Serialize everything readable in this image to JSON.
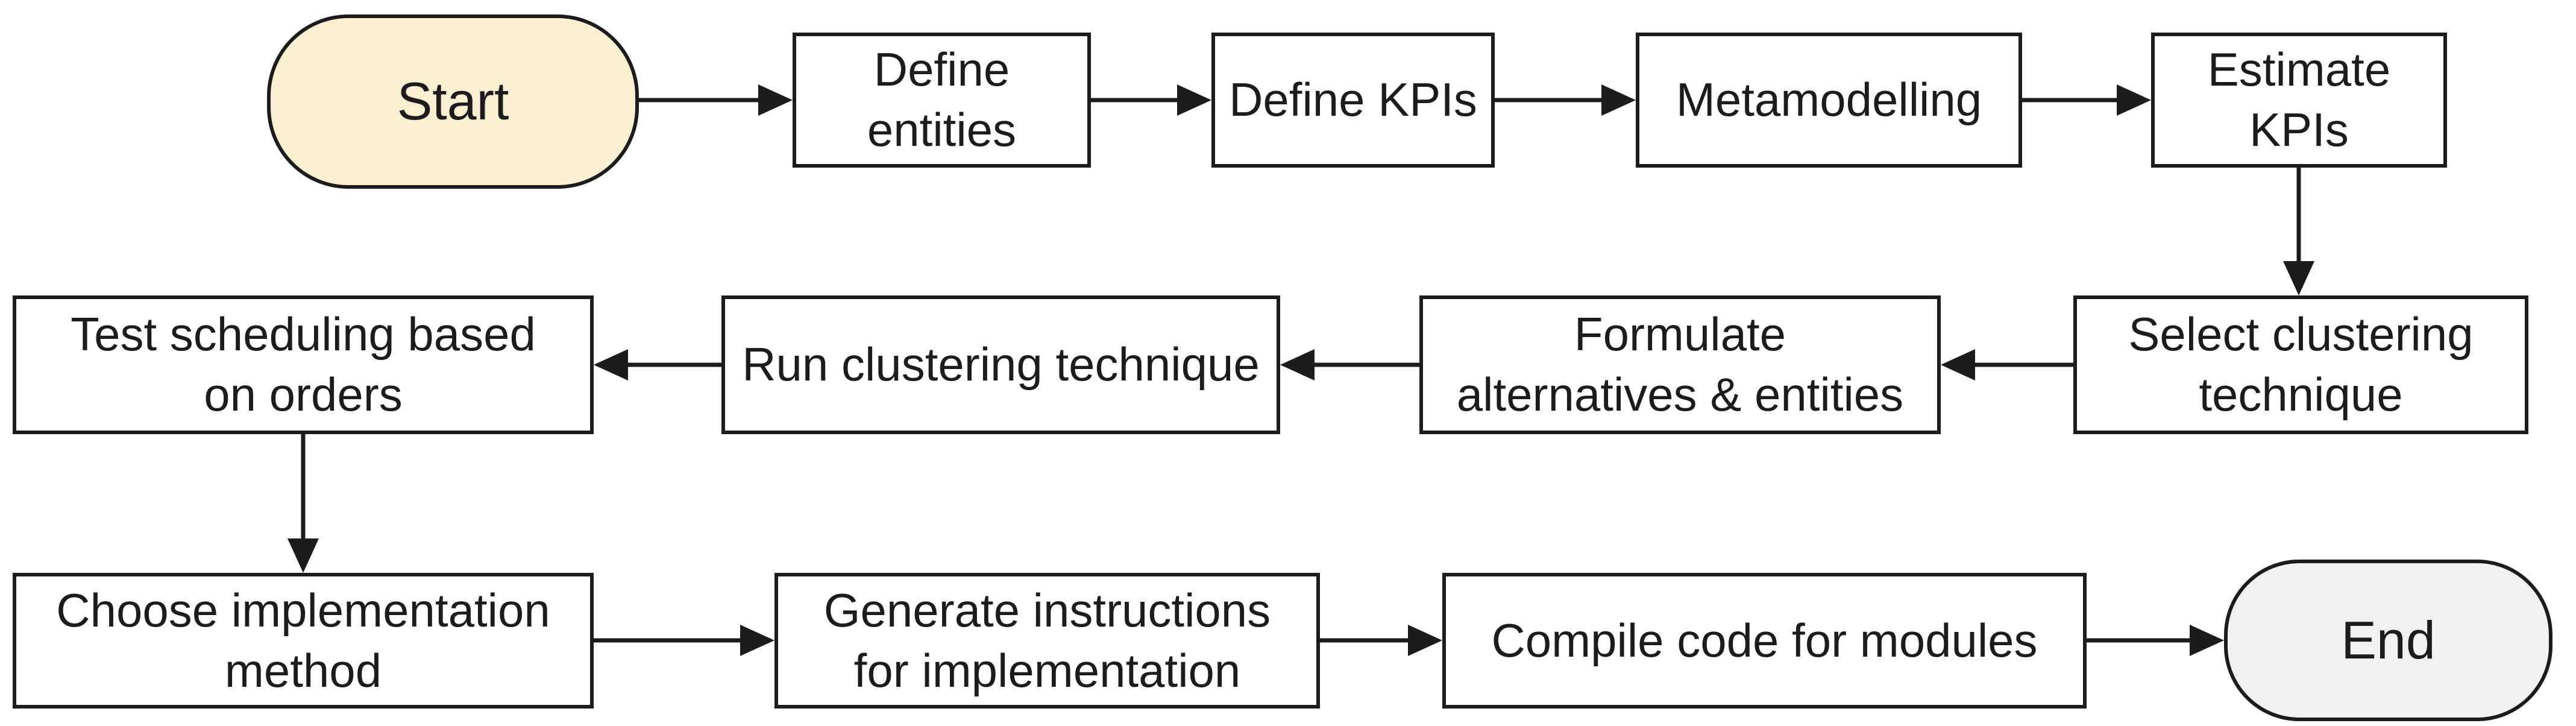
{
  "diagram": {
    "type": "flowchart",
    "background": "#ffffff",
    "colors": {
      "process_fill": "#ffffff",
      "start_fill": "#FBEFD1",
      "end_fill": "#F1F1F1",
      "border": "#1c1c1c",
      "arrow": "#1c1c1c",
      "text": "#1c1c1c"
    }
  },
  "nodes": {
    "start": {
      "label": "Start",
      "shape": "terminator"
    },
    "define_entities": {
      "label": "Define\nentities",
      "shape": "process"
    },
    "define_kpis": {
      "label": "Define KPIs",
      "shape": "process"
    },
    "metamodelling": {
      "label": "Metamodelling",
      "shape": "process"
    },
    "estimate_kpis": {
      "label": "Estimate\nKPIs",
      "shape": "process"
    },
    "test_scheduling": {
      "label": "Test scheduling based\non orders",
      "shape": "process"
    },
    "run_clustering": {
      "label": "Run clustering technique",
      "shape": "process"
    },
    "formulate": {
      "label": "Formulate\nalternatives & entities",
      "shape": "process"
    },
    "select_clustering": {
      "label": "Select clustering\ntechnique",
      "shape": "process"
    },
    "choose_implementation": {
      "label": "Choose implementation\nmethod",
      "shape": "process"
    },
    "generate_instructions": {
      "label": "Generate instructions\nfor implementation",
      "shape": "process"
    },
    "compile_code": {
      "label": "Compile code for modules",
      "shape": "process"
    },
    "end": {
      "label": "End",
      "shape": "terminator"
    }
  },
  "edges": [
    {
      "from": "start",
      "to": "define_entities",
      "direction": "right"
    },
    {
      "from": "define_entities",
      "to": "define_kpis",
      "direction": "right"
    },
    {
      "from": "define_kpis",
      "to": "metamodelling",
      "direction": "right"
    },
    {
      "from": "metamodelling",
      "to": "estimate_kpis",
      "direction": "right"
    },
    {
      "from": "estimate_kpis",
      "to": "select_clustering",
      "direction": "down"
    },
    {
      "from": "select_clustering",
      "to": "formulate",
      "direction": "left"
    },
    {
      "from": "formulate",
      "to": "run_clustering",
      "direction": "left"
    },
    {
      "from": "run_clustering",
      "to": "test_scheduling",
      "direction": "left"
    },
    {
      "from": "test_scheduling",
      "to": "choose_implementation",
      "direction": "down"
    },
    {
      "from": "choose_implementation",
      "to": "generate_instructions",
      "direction": "right"
    },
    {
      "from": "generate_instructions",
      "to": "compile_code",
      "direction": "right"
    },
    {
      "from": "compile_code",
      "to": "end",
      "direction": "right"
    }
  ]
}
